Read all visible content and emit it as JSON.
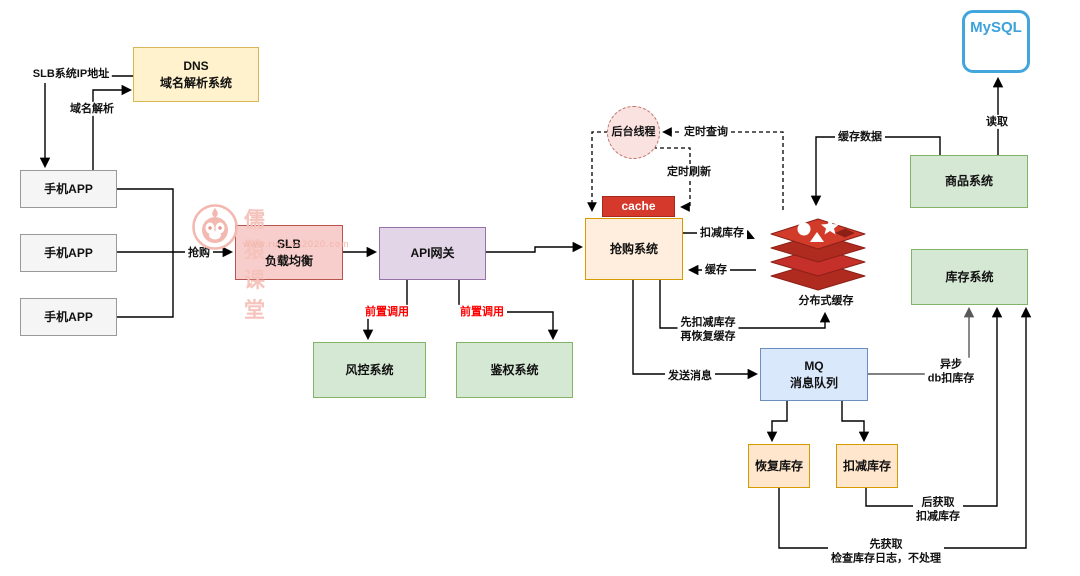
{
  "watermark": {
    "brand": "儒猿课堂",
    "site": "www.ruyuan2020.com"
  },
  "nodes": {
    "dns": {
      "label": "DNS\n域名解析系统"
    },
    "app1": {
      "label": "手机APP"
    },
    "app2": {
      "label": "手机APP"
    },
    "app3": {
      "label": "手机APP"
    },
    "slb": {
      "label": "SLB\n负载均衡"
    },
    "api": {
      "label": "API网关"
    },
    "risk": {
      "label": "风控系统"
    },
    "auth": {
      "label": "鉴权系统"
    },
    "seckill": {
      "label": "抢购系统"
    },
    "cache": {
      "label": "cache"
    },
    "thread": {
      "label": "后台线程"
    },
    "redis": {
      "label": "分布式缓存"
    },
    "goods": {
      "label": "商品系统"
    },
    "stock": {
      "label": "库存系统"
    },
    "mysql": {
      "label": "MySQL"
    },
    "mq": {
      "label": "MQ\n消息队列"
    },
    "restore": {
      "label": "恢复库存"
    },
    "deduct": {
      "label": "扣减库存"
    }
  },
  "edge_labels": {
    "slb_ip": "SLB系统IP地址",
    "dns_resolve": "域名解析",
    "purchase": "抢购",
    "pre_call_1": "前置调用",
    "pre_call_2": "前置调用",
    "timed_query": "定时查询",
    "timed_refresh": "定时刷新",
    "deduct_stock": "扣减库存",
    "cache_read": "缓存",
    "cache_data": "缓存数据",
    "read": "读取",
    "deduct_then_restore": "先扣减库存\n再恢复缓存",
    "send_msg": "发送消息",
    "async_db": "异步\ndb扣库存",
    "later_fetch": "后获取\n扣减库存",
    "first_fetch": "先获取\n检查库存日志，不处理"
  },
  "colors": {
    "node_yellow": "#fff2cc",
    "node_yellow_border": "#d6b656",
    "node_gray": "#f5f5f5",
    "node_gray_border": "#999999",
    "node_pink": "#f8cecc",
    "node_pink_border": "#b85450",
    "node_purple": "#e1d5e7",
    "node_purple_border": "#9673a6",
    "node_green": "#d5e8d4",
    "node_green_border": "#82b366",
    "node_orange": "#ffe6cc",
    "node_orange_border": "#d79b00",
    "node_blue": "#dae8fc",
    "node_blue_border": "#6c8ebf",
    "cache_red": "#d5392c",
    "redis_red": "#c6302b",
    "mysql_blue": "#42a5dc",
    "label_red": "#ff0000",
    "watermark_pink": "#f3b8b0"
  }
}
